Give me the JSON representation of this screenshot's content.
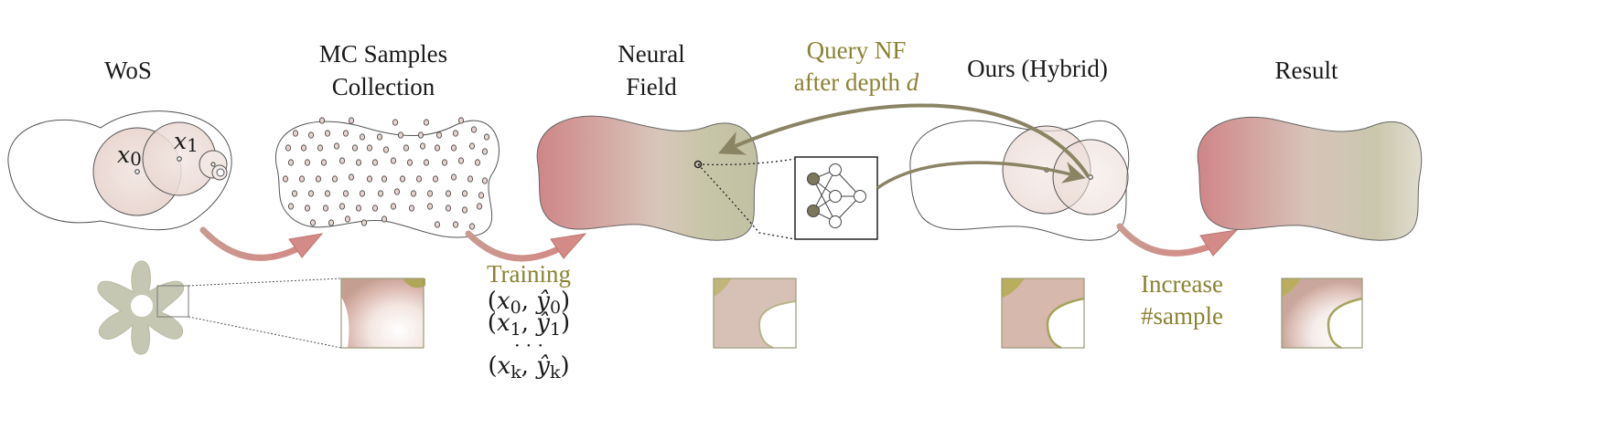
{
  "stages": {
    "wos": "WoS",
    "mc_line1": "MC Samples",
    "mc_line2": "Collection",
    "nf_line1": "Neural",
    "nf_line2": "Field",
    "hybrid": "Ours (Hybrid)",
    "result": "Result"
  },
  "query": {
    "line1": "Query NF",
    "line2_prefix": "after depth ",
    "line2_var": "d"
  },
  "training": {
    "label": "Training",
    "pairs": [
      {
        "x": "x",
        "xsub": "0",
        "y": "ŷ",
        "ysub": "0"
      },
      {
        "x": "x",
        "xsub": "1",
        "y": "ŷ",
        "ysub": "1"
      },
      {
        "x": "x",
        "xsub": "k",
        "y": "ŷ",
        "ysub": "k"
      }
    ],
    "ellipsis": "· · ·"
  },
  "wos_points": {
    "x0": "x",
    "x0_sub": "0",
    "x1": "x",
    "x1_sub": "1"
  },
  "increase": {
    "line1": "Increase",
    "line2": "#sample"
  },
  "colors": {
    "accent_olive": "#8b8232",
    "field_red": "#cf8a8c",
    "field_green": "#c2c0a0",
    "arrow_pink": "#d4938d"
  }
}
